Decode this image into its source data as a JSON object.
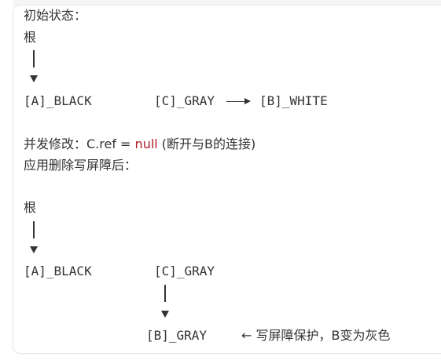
{
  "diagram": {
    "initial_label": "初始状态：",
    "root1": "根",
    "a_black_1": "[A]_BLACK",
    "c_gray_1": "[C]_GRAY",
    "b_white": "[B]_WHITE",
    "concurrent_prefix": "并发修改：C.ref = ",
    "null_keyword": "null",
    "concurrent_suffix": " (断开与B的连接)",
    "after_barrier": "应用删除写屏障后：",
    "root2": "根",
    "a_black_2": "[A]_BLACK",
    "c_gray_2": "[C]_GRAY",
    "b_gray": "[B]_GRAY",
    "barrier_note": "← 写屏障保护，B变为灰色"
  }
}
